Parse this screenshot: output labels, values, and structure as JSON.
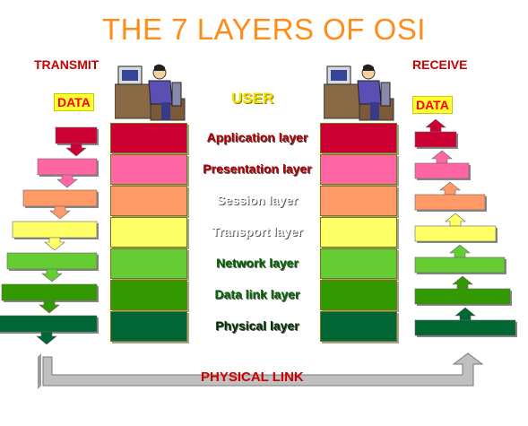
{
  "title": "THE 7 LAYERS OF OSI",
  "transmit_label": "TRANSMIT",
  "receive_label": "RECEIVE",
  "data_label": "DATA",
  "user_label": "USER",
  "physical_link_label": "PHYSICAL LINK",
  "colors": {
    "title": "#ff8c1a",
    "label_red": "#cc0000",
    "data_badge": "#ffff33",
    "stack_outline": "#7a7a00",
    "link_band": "#c0c0c0"
  },
  "layers": [
    {
      "name": "Application layer",
      "color": "#cc0033",
      "label_color": "#b00000"
    },
    {
      "name": "Presentation layer",
      "color": "#ff66a3",
      "label_color": "#b00000"
    },
    {
      "name": "Session layer",
      "color": "#ff9966",
      "label_color": "#ffffff"
    },
    {
      "name": "Transport layer",
      "color": "#ffff66",
      "label_color": "#ffffff"
    },
    {
      "name": "Network layer",
      "color": "#66cc33",
      "label_color": "#006600"
    },
    {
      "name": "Data link layer",
      "color": "#339900",
      "label_color": "#006600"
    },
    {
      "name": "Physical layer",
      "color": "#006633",
      "label_color": "#003300"
    }
  ]
}
